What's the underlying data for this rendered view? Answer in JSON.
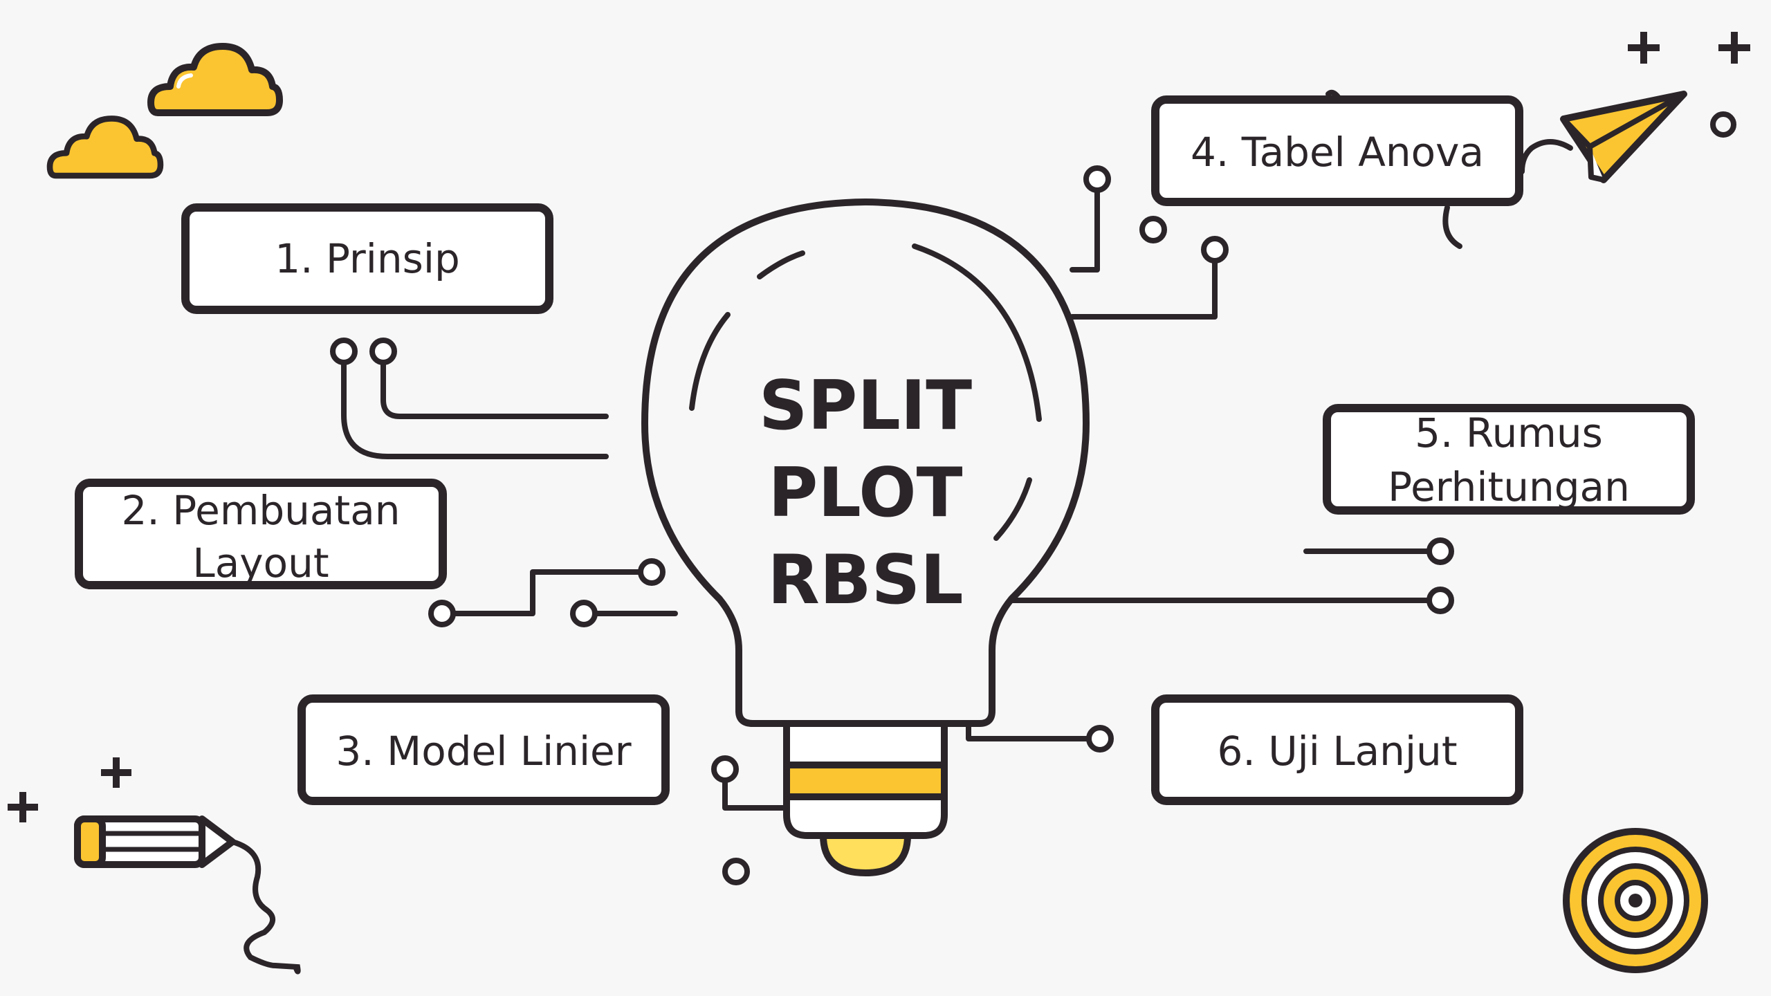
{
  "title": {
    "line1": "SPLIT",
    "line2": "PLOT",
    "line3": "RBSL"
  },
  "items": [
    {
      "id": "prinsip",
      "lines": [
        "1. Prinsip"
      ]
    },
    {
      "id": "pembuatan-layout",
      "lines": [
        "2. Pembuatan",
        "Layout"
      ]
    },
    {
      "id": "model-linier",
      "lines": [
        "3. Model Linier"
      ]
    },
    {
      "id": "tabel-anova",
      "lines": [
        "4. Tabel Anova"
      ]
    },
    {
      "id": "rumus-perhitungan",
      "lines": [
        "5. Rumus",
        "Perhitungan"
      ]
    },
    {
      "id": "uji-lanjut",
      "lines": [
        "6. Uji Lanjut"
      ]
    }
  ],
  "colors": {
    "background": "#f7f7f7",
    "stroke": "#2b2529",
    "accent_yellow": "#fbc531",
    "light_yellow": "#ffdf5c",
    "white": "#ffffff"
  },
  "icons": [
    "cloud-icon",
    "paper-plane-icon",
    "pencil-icon",
    "target-icon",
    "plus-icon",
    "lightbulb-icon"
  ]
}
